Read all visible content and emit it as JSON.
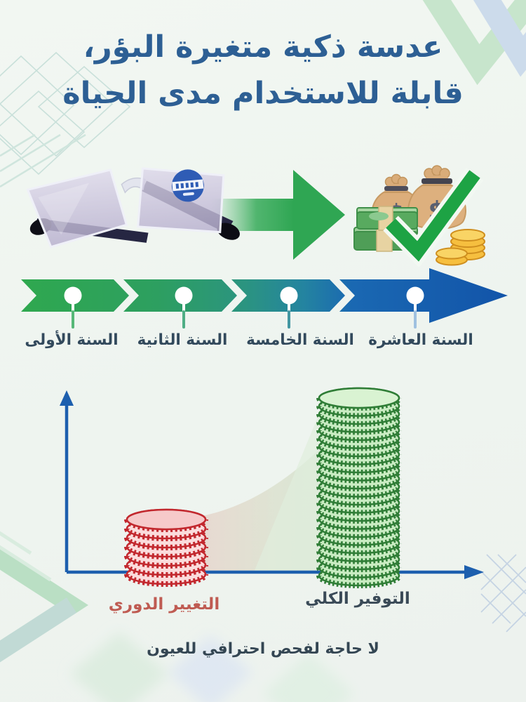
{
  "headline": {
    "line1": "عدسة ذكية متغيرة البؤر،",
    "line2": "قابلة للاستخدام مدى الحياة"
  },
  "hero": {
    "glasses_image": "rimless-smart-reading-glasses-photo",
    "money_symbol": "$"
  },
  "timeline": {
    "items": [
      {
        "label": "السنة الأولى"
      },
      {
        "label": "السنة الثانية"
      },
      {
        "label": "السنة الخامسة"
      },
      {
        "label": "السنة العاشرة"
      }
    ]
  },
  "chart": {
    "labels": [
      "التغيير الدوري",
      "التوفير الكلي"
    ]
  },
  "chart_data": {
    "type": "bar",
    "categories": [
      "التغيير الدوري",
      "التوفير الكلي"
    ],
    "values": [
      7,
      23
    ],
    "value_unit": "stacked-coins (pictogram height, relative)",
    "title": "",
    "xlabel": "",
    "ylabel": "",
    "bar_colors": [
      "#c2282e",
      "#2f7d36"
    ],
    "axis_color": "#1d5fae",
    "grid": false,
    "legend": false,
    "annotation": "gradient swoosh from small red stack rising to tall green stack"
  },
  "footer": {
    "note": "لا حاجة لفحص احترافي للعيون"
  },
  "colors": {
    "headline_blue": "#2d5f94",
    "timeline_start_green": "#2fa84f",
    "timeline_end_blue": "#1254a9",
    "bar_red_outline": "#c2282e",
    "bar_green_outline": "#2f7d36",
    "axis_blue": "#1d5fae",
    "red_label": "#bf5b52",
    "checkmark_green": "#1da344",
    "arrow_green": "#2fa653"
  }
}
